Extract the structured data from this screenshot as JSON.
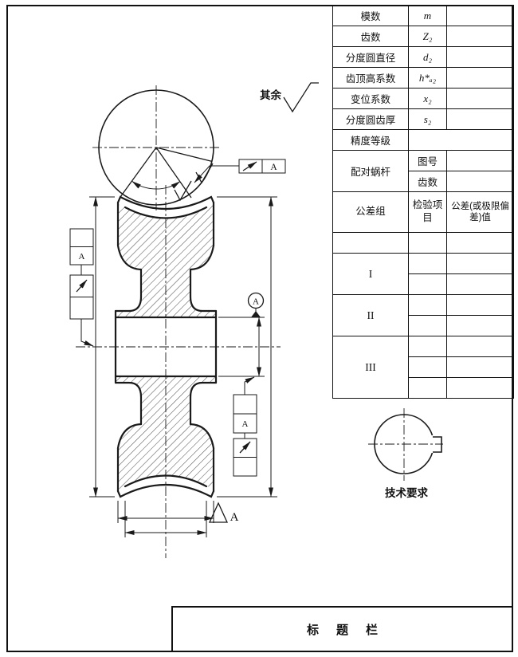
{
  "drawing": {
    "surplus_label": "其余",
    "tech_requirements": "技术要求",
    "title_bar_label": "标题栏",
    "datum_letter": "A"
  },
  "param_table": {
    "rows": [
      {
        "label": "模数",
        "symbol": "m",
        "value": ""
      },
      {
        "label": "齿数",
        "symbol": "Z₂",
        "value": ""
      },
      {
        "label": "分度圆直径",
        "symbol": "d₂",
        "value": ""
      },
      {
        "label": "齿顶高系数",
        "symbol": "h*ₐ₂",
        "value": ""
      },
      {
        "label": "变位系数",
        "symbol": "x₂",
        "value": ""
      },
      {
        "label": "分度圆齿厚",
        "symbol": "s₂",
        "value": ""
      }
    ],
    "accuracy_label": "精度等级",
    "mating_worm": {
      "label": "配对蜗杆",
      "row1": "图号",
      "row2": "齿数"
    },
    "tol_header": {
      "group": "公差组",
      "item": "检验项目",
      "value": "公差(或极限偏差)值"
    },
    "groups": [
      "I",
      "II",
      "III"
    ]
  }
}
